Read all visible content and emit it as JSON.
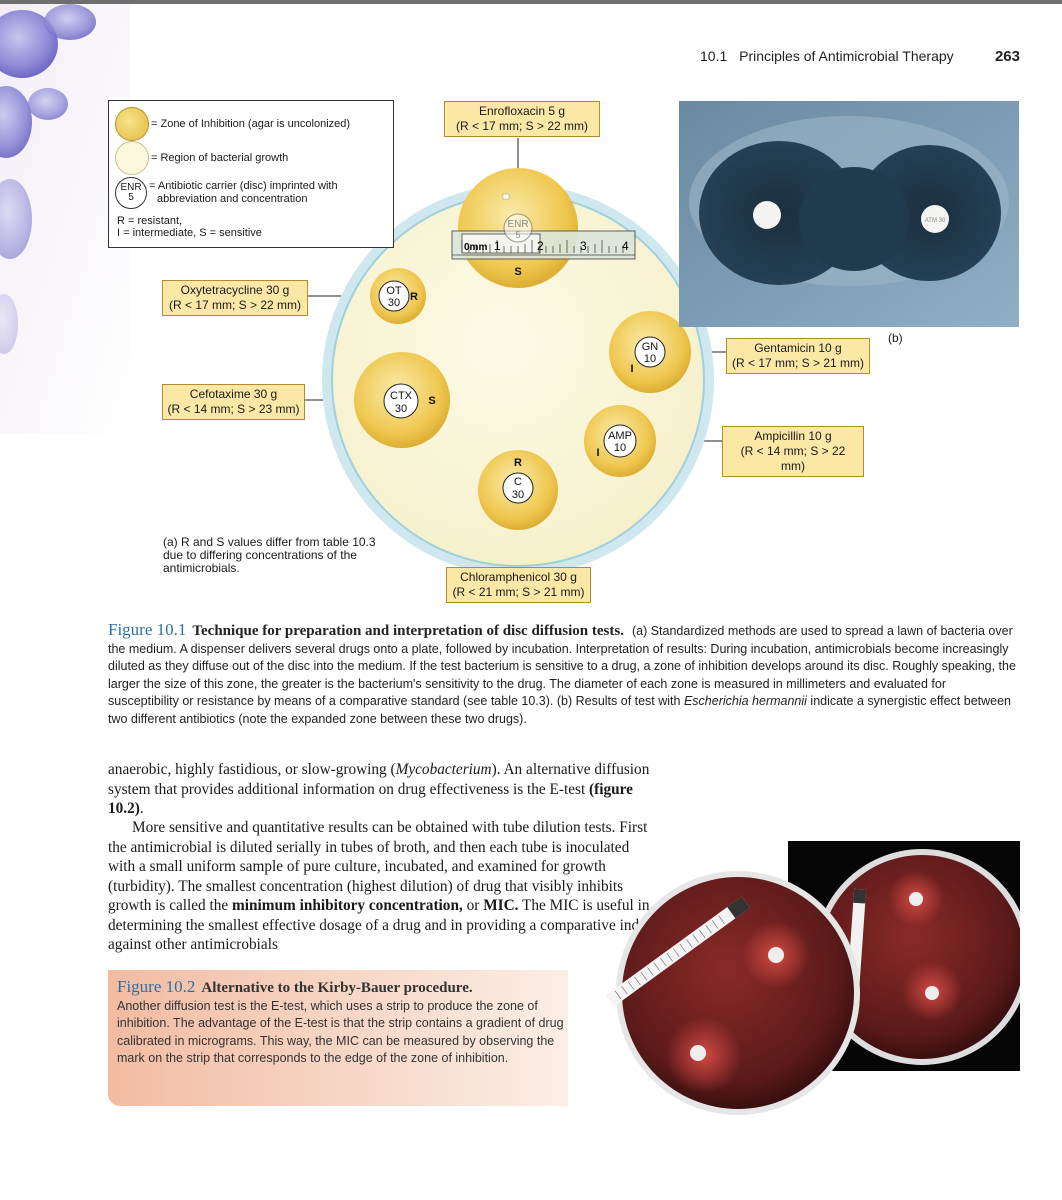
{
  "running_head": {
    "section": "10.1",
    "title": "Principles of Antimicrobial Therapy",
    "page": "263"
  },
  "legend": {
    "zone": "= Zone of Inhibition (agar is uncolonized)",
    "growth": "= Region of bacterial growth",
    "disc_abbr": "ENR",
    "disc_conc": "5",
    "carrier_line1": "= Antibiotic carrier (disc) imprinted with",
    "carrier_line2": "abbreviation and concentration",
    "r": "R = resistant,",
    "is": "I = intermediate, S = sensitive"
  },
  "ruler": {
    "unit": "0mm",
    "ticks": [
      "1",
      "2",
      "3",
      "4"
    ]
  },
  "discs": {
    "enr": {
      "abbr": "ENR",
      "conc": "5",
      "result": "S"
    },
    "ot": {
      "abbr": "OT",
      "conc": "30",
      "result": "R"
    },
    "ctx": {
      "abbr": "CTX",
      "conc": "30",
      "result": "S"
    },
    "gn": {
      "abbr": "GN",
      "conc": "10",
      "result": "I"
    },
    "amp": {
      "abbr": "AMP",
      "conc": "10",
      "result": "I"
    },
    "c": {
      "abbr": "C",
      "conc": "30",
      "result": "R"
    }
  },
  "callouts": {
    "enr": {
      "name": "Enrofloxacin 5 g",
      "range": "(R < 17 mm; S > 22 mm)"
    },
    "ot": {
      "name": "Oxytetracycline 30 g",
      "range": "(R < 17 mm; S > 22 mm)"
    },
    "ctx": {
      "name": "Cefotaxime 30 g",
      "range": "(R < 14 mm; S > 23 mm)"
    },
    "gn": {
      "name": "Gentamicin 10 g",
      "range": "(R < 17 mm; S > 21 mm)"
    },
    "amp": {
      "name": "Ampicillin 10 g",
      "range": "(R < 14 mm; S > 22 mm)"
    },
    "c": {
      "name": "Chloramphenicol 30 g",
      "range": "(R < 21 mm; S > 21 mm)"
    }
  },
  "panel_a_caption": "(a) R and S values differ from table 10.3 due to differing concentrations of the antimicrobials.",
  "panel_b_label": "(b)",
  "photo_b_disc_labels": {
    "left": "",
    "right": "ATM 30"
  },
  "figure1": {
    "number": "Figure 10.1",
    "title": "Technique for preparation and interpretation of disc diffusion tests.",
    "text_1": "(a) Standardized methods are used to spread a lawn of bacteria over the medium. A dispenser delivers several drugs onto a plate, followed by incubation. Interpretation of results: During incubation, antimicrobials become increasingly diluted as they diffuse out of the disc into the medium. If the test bacterium is sensitive to a drug, a zone of inhibition develops around its disc. Roughly speaking, the larger the size of this zone, the greater is the bacterium's sensitivity to the drug. The diameter of each zone is measured in millimeters and evaluated for susceptibility or resistance by means of a comparative standard (see table 10.3). (b) Results of test with ",
    "organism": "Escherichia hermannii",
    "text_2": " indicate a synergistic effect between two different antibiotics (note the expanded zone between these two drugs)."
  },
  "body": {
    "p1_a": "anaerobic, highly fastidious, or slow-growing (",
    "p1_genus": "Mycobacterium",
    "p1_b": "). An alternative diffusion system that provides additional information on drug effectiveness is the E-test ",
    "p1_ref": "(figure 10.2)",
    "p1_c": ".",
    "p2_a": "More sensitive and quantitative results can be obtained with tube dilution tests. First the antimicrobial is diluted serially in tubes of broth, and then each tube is inoculated with a small uniform sample of pure culture, incubated, and examined for growth (turbidity). The smallest concentration (highest dilution) of drug that visibly inhibits growth is called the ",
    "p2_term": "minimum inhibitory concentration,",
    "p2_b": " or ",
    "p2_abbr": "MIC.",
    "p2_c": " The MIC is useful in determining the smallest effective dosage of a drug and in providing a comparative index against other antimicrobials"
  },
  "figure2": {
    "number": "Figure 10.2",
    "title": "Alternative to the Kirby-Bauer procedure.",
    "text": "Another diffusion test is the E-test, which uses a strip to produce the zone of inhibition. The advantage of the E-test is that the strip contains a gradient of drug calibrated in micrograms. This way, the MIC can be measured by observing the mark on the strip that corresponds to the edge of the zone of inhibition."
  },
  "colors": {
    "figure_number": "#2e6da4",
    "callout_fill": "#fbe7a6",
    "zone_fill": "#f2cf5e",
    "plate_fill": "#fbf7dd",
    "plate_rim": "#8cc6d8"
  },
  "icons": {
    "corner_art": "purple-bacteria-cluster",
    "ruler": "measurement-ruler"
  }
}
